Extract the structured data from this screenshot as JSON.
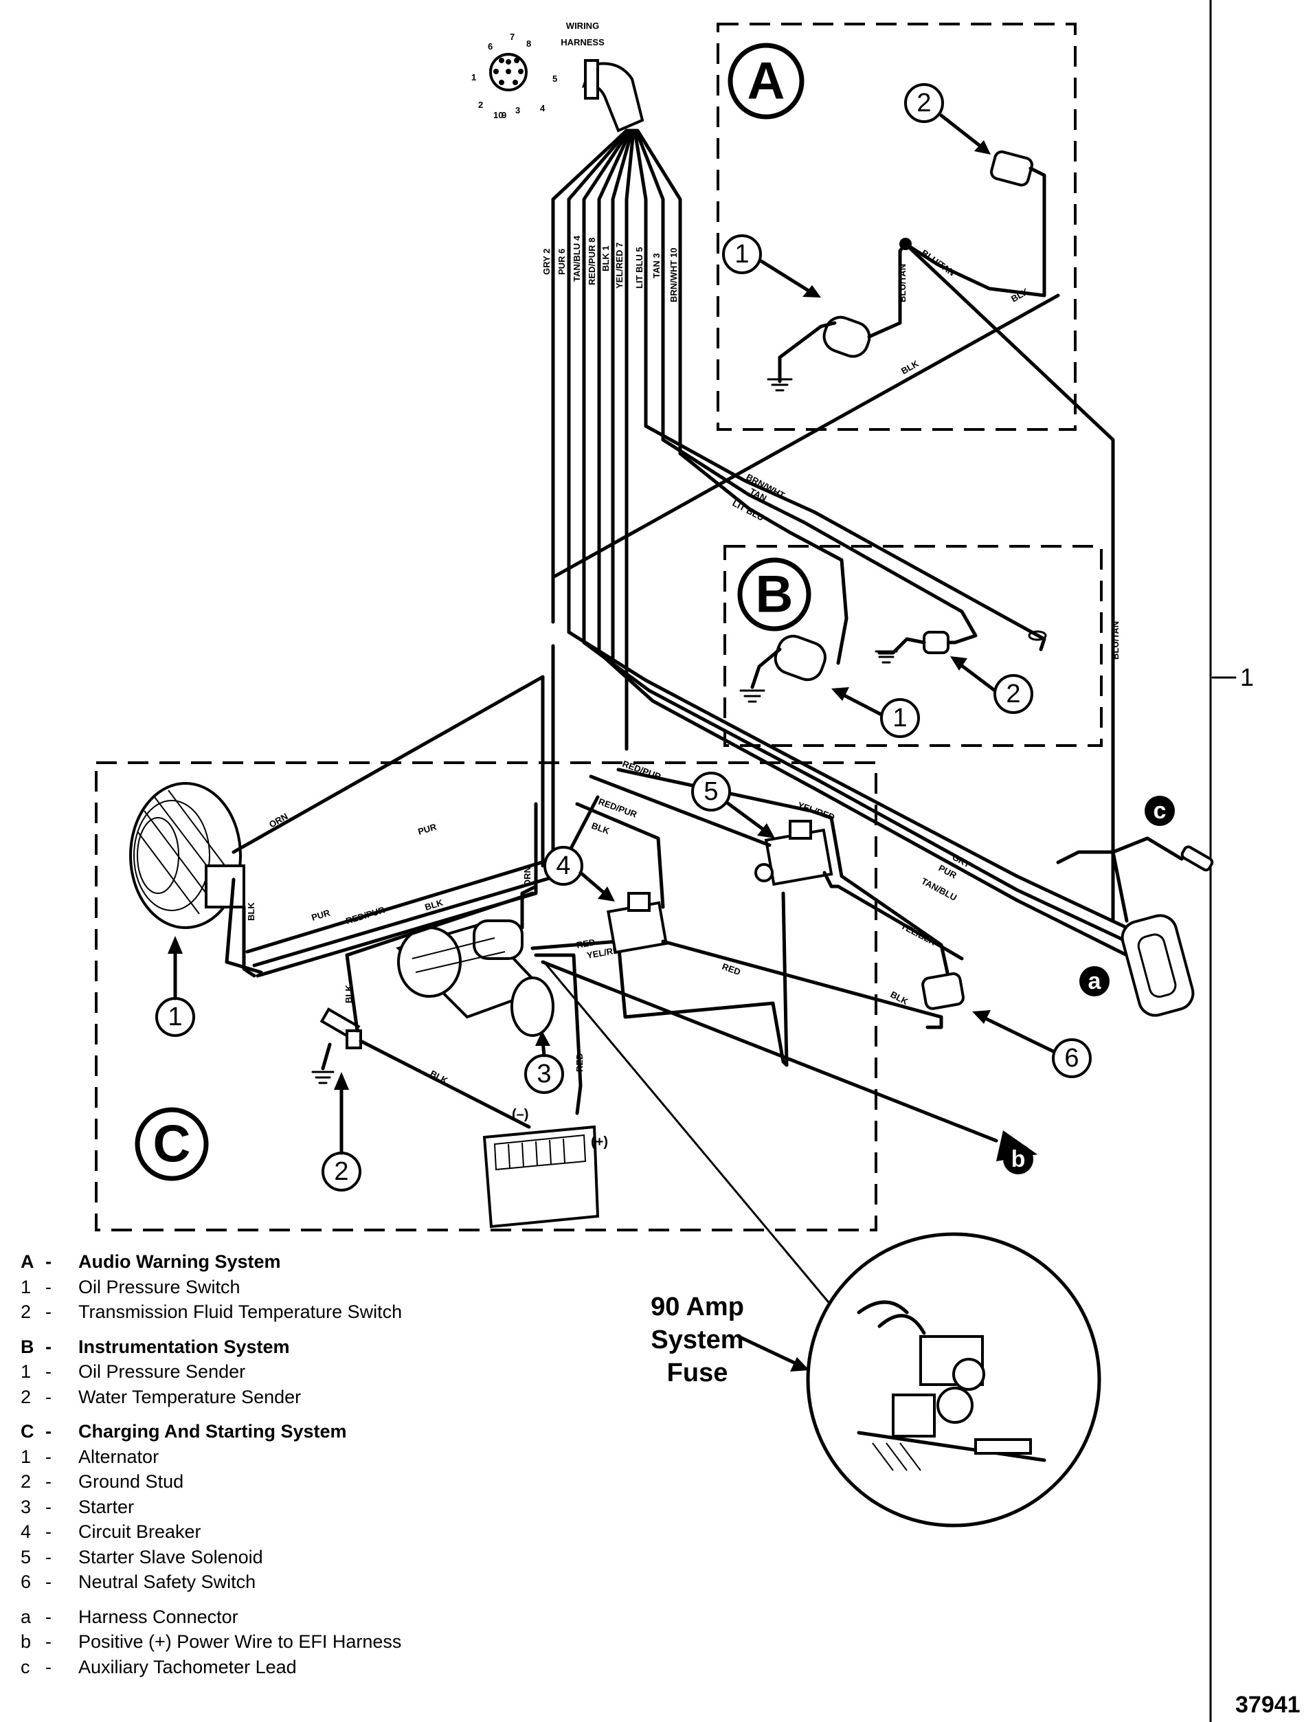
{
  "harness_label": "WIRING\nHARNESS",
  "connector_pins": [
    "7",
    "8",
    "6",
    "1",
    "2",
    "5",
    "10",
    "3",
    "4",
    "9"
  ],
  "harness_wires": [
    "GRY 2",
    "PUR 6",
    "TAN/BLU 4",
    "RED/PUR 8",
    "BLK 1",
    "YEL/RED 7",
    "LIT BLU 5",
    "TAN 3",
    "BRN/WHT 10"
  ],
  "wire_labels": {
    "blu_tan_1": "BLU/TAN",
    "blu_tan_2": "BLU/TAN",
    "blu_tan_3": "BLU/TAN",
    "blk_a": "BLK",
    "blk_a2": "BLK",
    "brn_wht": "BRN/WHT",
    "tan": "TAN",
    "lit_blu": "LIT BLU",
    "blk_mid": "BLK",
    "org": "ORN",
    "pur": "PUR",
    "pur_2": "PUR",
    "red_pur_1": "RED/PUR",
    "red_pur_2": "RED/PUR",
    "red_pur_3": "RED/PUR",
    "blk_c": "BLK",
    "blk_c2": "BLK",
    "blk_c3": "BLK",
    "blk_c4": "BLK",
    "blk_c5": "BLK",
    "orn_2": "ORN",
    "red_1": "RED",
    "red_2": "RED",
    "red_3": "RED",
    "yel_red_1": "YEL/RED",
    "yel_red_2": "YEL/RED",
    "yel_blk": "YEL/BLK",
    "gry": "GRY",
    "pur_r": "PUR",
    "tan_blu": "TAN/BLU",
    "blk_alt": "BLK",
    "batt_neg": "(–)",
    "batt_pos": "(+)"
  },
  "sections": [
    "A",
    "B",
    "C"
  ],
  "callouts": {
    "a1": "1",
    "a2": "2",
    "b1": "1",
    "b2": "2",
    "c1": "1",
    "c2": "2",
    "c3": "3",
    "c4": "4",
    "c5": "5",
    "c6": "6"
  },
  "letters": [
    "a",
    "b",
    "c"
  ],
  "group_number": "1",
  "fuse_label": "90 Amp\nSystem\nFuse",
  "figure_id": "37941",
  "legend": [
    {
      "key": "A",
      "text": "Audio Warning System",
      "head": true
    },
    {
      "key": "1",
      "text": "Oil Pressure Switch"
    },
    {
      "key": "2",
      "text": "Transmission Fluid Temperature Switch"
    },
    {
      "key": "B",
      "text": "Instrumentation System",
      "head": true,
      "gap": true
    },
    {
      "key": "1",
      "text": "Oil Pressure Sender"
    },
    {
      "key": "2",
      "text": "Water Temperature Sender"
    },
    {
      "key": "C",
      "text": "Charging And Starting System",
      "head": true,
      "gap": true
    },
    {
      "key": "1",
      "text": "Alternator"
    },
    {
      "key": "2",
      "text": "Ground Stud"
    },
    {
      "key": "3",
      "text": "Starter"
    },
    {
      "key": "4",
      "text": "Circuit Breaker"
    },
    {
      "key": "5",
      "text": "Starter Slave Solenoid"
    },
    {
      "key": "6",
      "text": "Neutral Safety Switch"
    },
    {
      "key": "a",
      "text": "Harness Connector",
      "gap": true
    },
    {
      "key": "b",
      "text": "Positive (+) Power Wire to EFI Harness"
    },
    {
      "key": "c",
      "text": "Auxiliary Tachometer Lead"
    }
  ]
}
